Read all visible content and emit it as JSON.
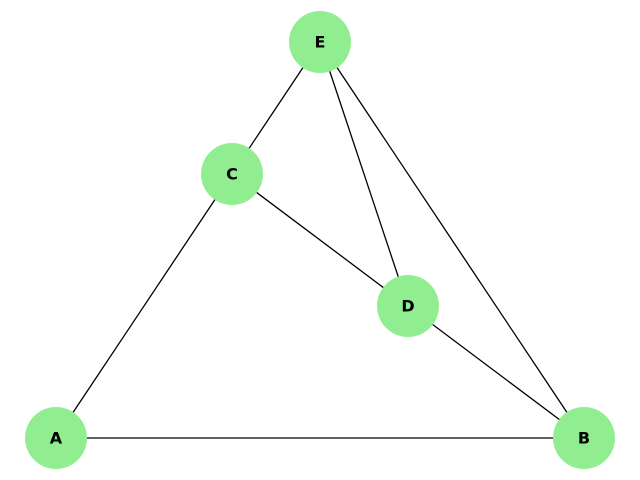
{
  "graph": {
    "node_color": "#90ee90",
    "edge_color": "#000000",
    "nodes": [
      {
        "id": "A",
        "label": "A"
      },
      {
        "id": "B",
        "label": "B"
      },
      {
        "id": "C",
        "label": "C"
      },
      {
        "id": "D",
        "label": "D"
      },
      {
        "id": "E",
        "label": "E"
      }
    ],
    "edges": [
      {
        "from": "A",
        "to": "B"
      },
      {
        "from": "A",
        "to": "C"
      },
      {
        "from": "C",
        "to": "E"
      },
      {
        "from": "C",
        "to": "D"
      },
      {
        "from": "E",
        "to": "D"
      },
      {
        "from": "E",
        "to": "B"
      },
      {
        "from": "D",
        "to": "B"
      }
    ]
  }
}
